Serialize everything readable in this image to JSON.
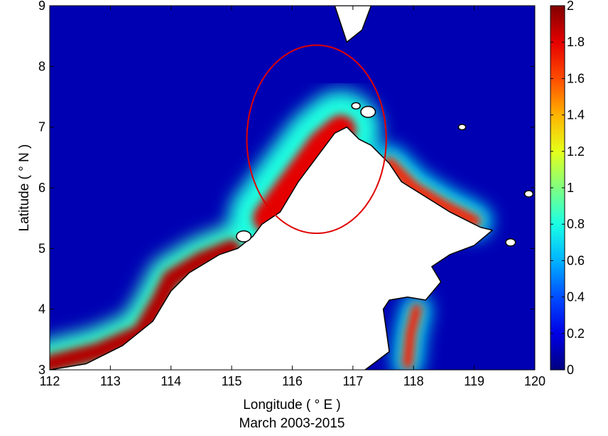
{
  "chart_data": {
    "type": "heatmap",
    "title": "",
    "subtitle": "March 2003-2015",
    "xlabel": "Longitude ( ° E )",
    "ylabel": "Latitude ( ° N )",
    "xlim": [
      112,
      120
    ],
    "ylim": [
      3,
      9
    ],
    "x_ticks": [
      112,
      113,
      114,
      115,
      116,
      117,
      118,
      119,
      120
    ],
    "y_ticks": [
      3,
      4,
      5,
      6,
      7,
      8,
      9
    ],
    "x_tick_labels": [
      "112",
      "113",
      "114",
      "115",
      "116",
      "117",
      "118",
      "119",
      "120"
    ],
    "y_tick_labels": [
      "3",
      "4",
      "5",
      "6",
      "7",
      "8",
      "9"
    ],
    "colorbar": {
      "colormap": "jet",
      "min": 0,
      "max": 2,
      "ticks": [
        0,
        0.2,
        0.4,
        0.6,
        0.8,
        1,
        1.2,
        1.4,
        1.6,
        1.8,
        2
      ],
      "tick_labels": [
        "0",
        "0.2",
        "0.4",
        "0.6",
        "0.8",
        "1",
        "1.2",
        "1.4",
        "1.6",
        "1.8",
        "2"
      ]
    },
    "land": {
      "borneo_coast": [
        [
          112,
          3.0
        ],
        [
          112.6,
          3.1
        ],
        [
          113.2,
          3.4
        ],
        [
          113.7,
          3.8
        ],
        [
          114.0,
          4.3
        ],
        [
          114.3,
          4.6
        ],
        [
          114.8,
          4.9
        ],
        [
          115.1,
          5.0
        ],
        [
          115.35,
          5.2
        ],
        [
          115.5,
          5.4
        ],
        [
          115.8,
          5.6
        ],
        [
          116.1,
          6.1
        ],
        [
          116.4,
          6.5
        ],
        [
          116.7,
          6.9
        ],
        [
          116.9,
          7.0
        ],
        [
          117.1,
          6.8
        ],
        [
          117.3,
          6.7
        ],
        [
          117.6,
          6.4
        ],
        [
          117.8,
          6.1
        ],
        [
          118.2,
          5.85
        ],
        [
          118.6,
          5.6
        ],
        [
          119.1,
          5.35
        ],
        [
          119.3,
          5.3
        ],
        [
          119.0,
          5.05
        ],
        [
          118.6,
          4.9
        ],
        [
          118.3,
          4.7
        ],
        [
          118.45,
          4.45
        ],
        [
          118.2,
          4.15
        ],
        [
          117.9,
          4.2
        ],
        [
          117.6,
          4.15
        ],
        [
          117.5,
          4.0
        ],
        [
          117.6,
          3.3
        ],
        [
          117.2,
          3.0
        ]
      ],
      "palawan": [
        [
          116.7,
          9.0
        ],
        [
          117.3,
          9.0
        ],
        [
          117.15,
          8.6
        ],
        [
          116.9,
          8.4
        ],
        [
          116.8,
          8.7
        ]
      ],
      "islands": [
        {
          "lon": 117.25,
          "lat": 7.25,
          "r": 0.12
        },
        {
          "lon": 117.05,
          "lat": 7.35,
          "r": 0.07
        },
        {
          "lon": 118.8,
          "lat": 7.0,
          "r": 0.06
        },
        {
          "lon": 115.2,
          "lat": 5.2,
          "r": 0.12
        },
        {
          "lon": 119.6,
          "lat": 5.1,
          "r": 0.08
        },
        {
          "lon": 119.9,
          "lat": 5.9,
          "r": 0.07
        }
      ]
    },
    "highlight_ellipse": {
      "center_lon": 116.4,
      "center_lat": 6.8,
      "radius_lon": 1.15,
      "radius_lat": 1.55,
      "color": "#e00000"
    },
    "bands": [
      {
        "name": "",
        "points": [
          [
            112.0,
            3.1
          ],
          [
            112.8,
            3.3
          ],
          [
            113.5,
            3.6
          ],
          [
            113.8,
            4.1
          ],
          [
            114.0,
            4.5
          ],
          [
            114.5,
            4.8
          ],
          [
            115.0,
            5.0
          ]
        ],
        "value": 1.9,
        "width_deg": 0.3
      },
      {
        "name": "",
        "points": [
          [
            115.6,
            5.5
          ],
          [
            115.9,
            5.9
          ],
          [
            116.2,
            6.3
          ],
          [
            116.5,
            6.7
          ],
          [
            116.8,
            6.95
          ]
        ],
        "value": 1.8,
        "width_deg": 0.5
      },
      {
        "name": "",
        "points": [
          [
            117.6,
            6.4
          ],
          [
            118.0,
            6.0
          ],
          [
            118.5,
            5.7
          ],
          [
            119.0,
            5.45
          ]
        ],
        "value": 1.7,
        "width_deg": 0.22
      },
      {
        "name": "",
        "points": [
          [
            117.9,
            3.1
          ],
          [
            117.95,
            3.6
          ],
          [
            118.05,
            4.0
          ]
        ],
        "value": 1.7,
        "width_deg": 0.18
      }
    ],
    "background_value": 0.1
  }
}
